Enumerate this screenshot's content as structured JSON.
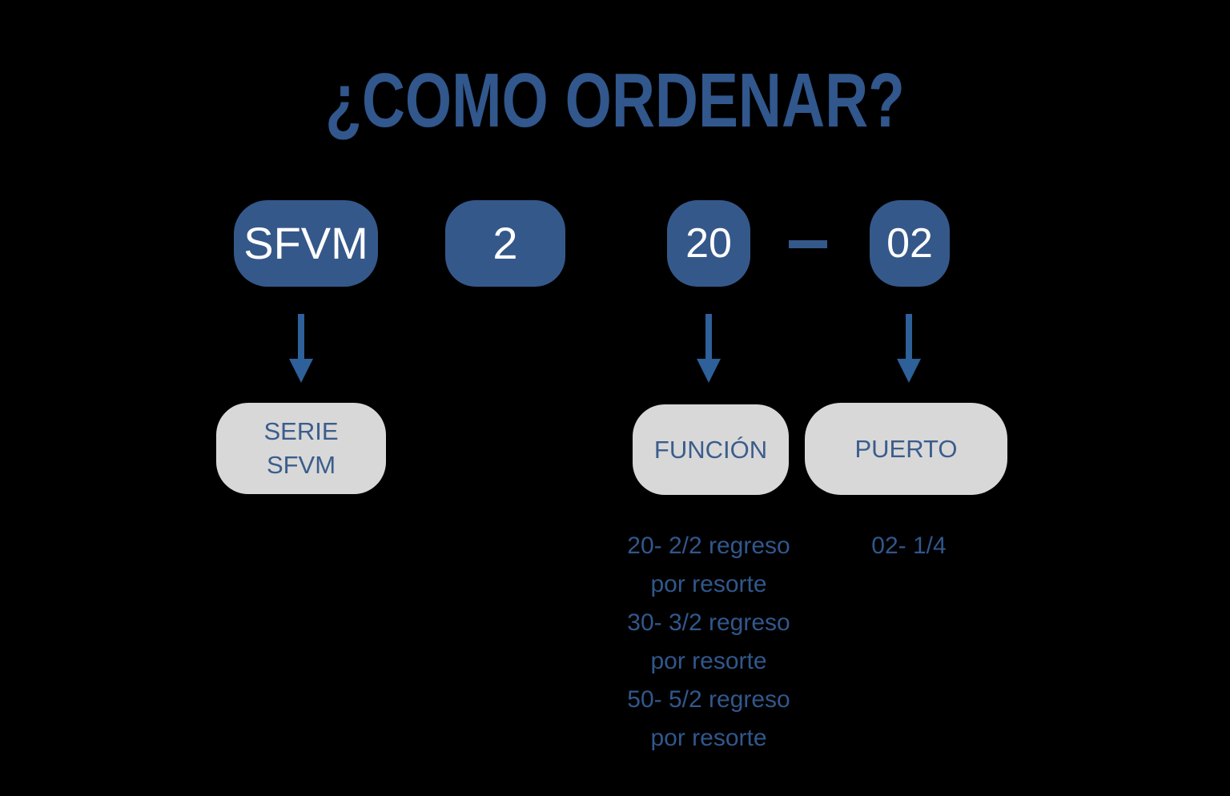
{
  "title": "¿COMO ORDENAR?",
  "colors": {
    "background": "#000000",
    "blue": "#35588a",
    "blue_text": "#31578c",
    "arrow_blue": "#2e6099",
    "gray_box": "#d8d8d8",
    "white": "#ffffff"
  },
  "code_parts": [
    {
      "label": "SFVM",
      "shape": "rounded-rect"
    },
    {
      "label": "2",
      "shape": "rounded-rect"
    },
    {
      "label": "20",
      "shape": "squircle"
    },
    {
      "label": "02",
      "shape": "squircle"
    }
  ],
  "separator": "—",
  "categories": [
    {
      "name": "serie",
      "box_line1": "SERIE",
      "box_line2": "SFVM",
      "caption": ""
    },
    {
      "name": "funcion",
      "box_line1": "FUNCIÓN",
      "box_line2": "",
      "caption": "20- 2/2 regreso\npor resorte\n30- 3/2 regreso\npor resorte\n50- 5/2 regreso\npor resorte"
    },
    {
      "name": "puerto",
      "box_line1": "PUERTO",
      "box_line2": "",
      "caption": "02- 1/4"
    }
  ],
  "icons": {
    "arrow": "arrow-down-icon"
  }
}
